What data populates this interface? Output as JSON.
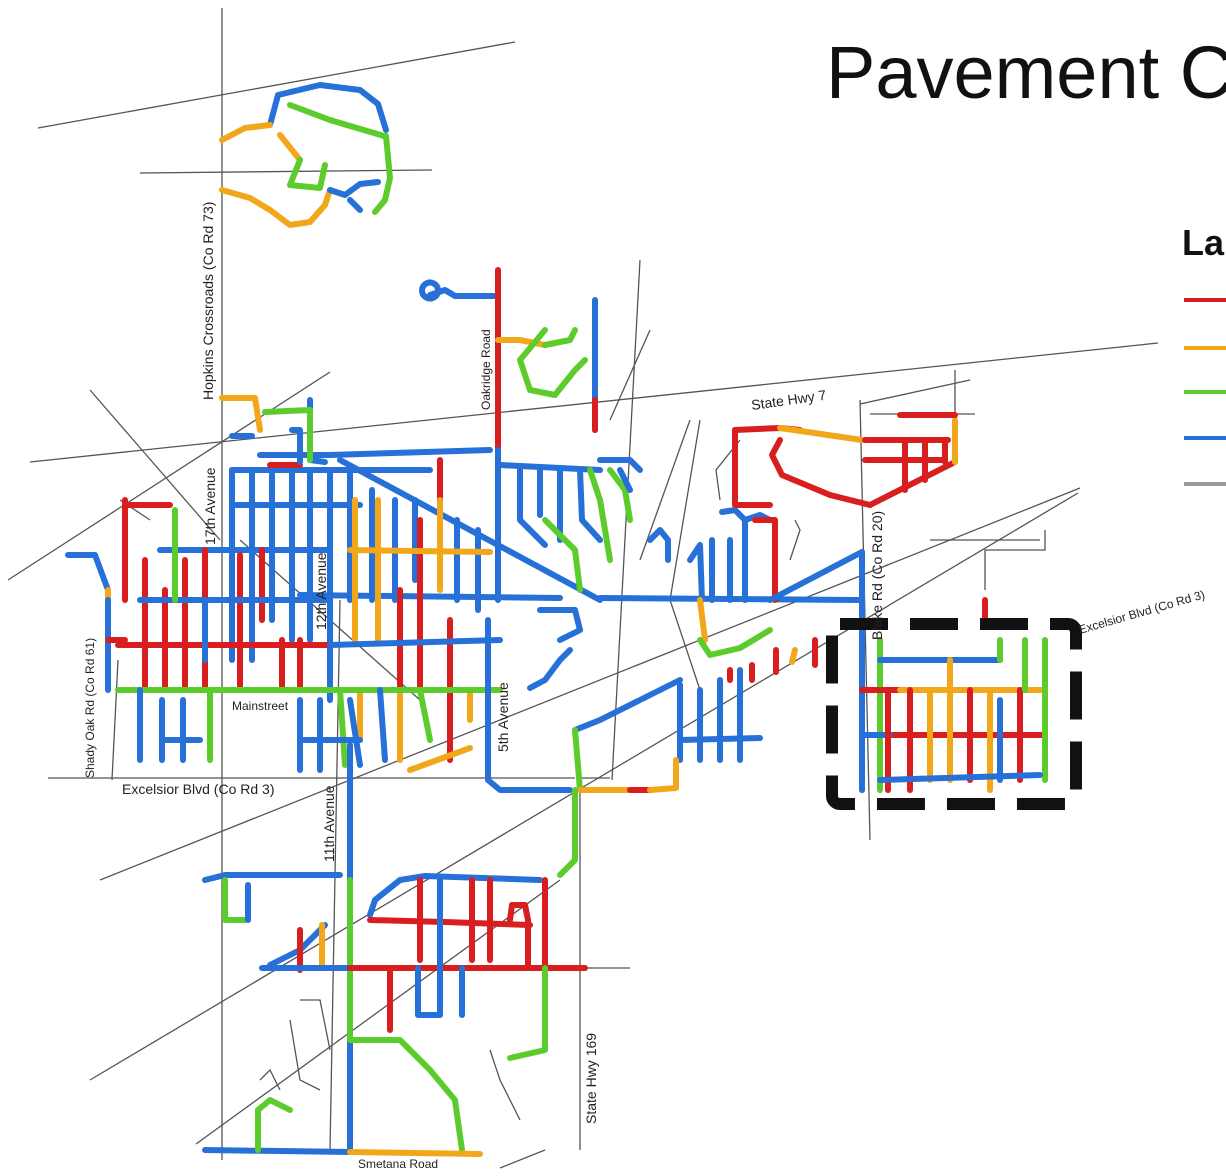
{
  "title": "Pavement C",
  "legend": {
    "title": "La",
    "swatches": [
      {
        "color": "#d81e1e"
      },
      {
        "color": "#f2a71b"
      },
      {
        "color": "#5ccc2c"
      },
      {
        "color": "#2670d8"
      },
      {
        "color": "#9a9a9a"
      }
    ]
  },
  "colors": {
    "red": "#d81e1e",
    "orange": "#f2a71b",
    "green": "#5ccc2c",
    "blue": "#2670d8",
    "gray": "#9a9a9a",
    "base_road": "#555555",
    "highlight_box": "#111111"
  },
  "road_labels": {
    "hopkins_crossroads": "Hopkins Crossroads (Co Rd 73)",
    "oakridge_road": "Oakridge Road",
    "state_hwy_7": "State Hwy 7",
    "seventeenth_avenue": "17th Avenue",
    "twelfth_avenue": "12th Avenue",
    "shady_oak_road": "Shady Oak Rd (Co Rd 61)",
    "mainstreet": "Mainstreet",
    "fifth_avenue": "5th Avenue",
    "excelsior_blvd_left": "Excelsior Blvd (Co Rd 3)",
    "eleventh_avenue": "11th Avenue",
    "blake_road": "Blake Rd (Co Rd 20)",
    "excelsior_blvd_right": "Excelsior Blvd (Co Rd 3)",
    "state_hwy_169": "State Hwy 169",
    "smetana_road": "Smetana Road"
  }
}
